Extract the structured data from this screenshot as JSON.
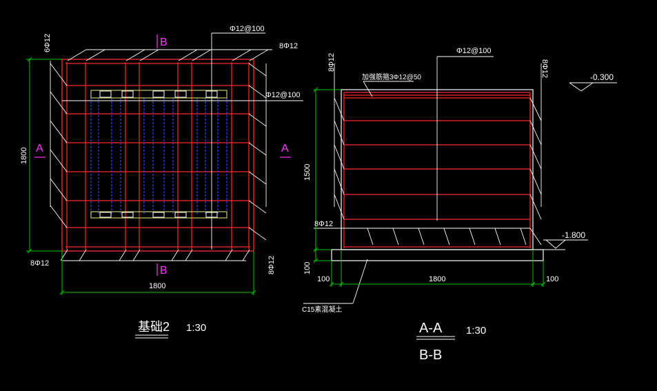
{
  "colors": {
    "background": "#000000",
    "rebar": "#ff2a2a",
    "stirrup_blue": "#3a3aff",
    "dimension": "#00c800",
    "text": "#ffffff",
    "section_marker": "#ff33ff",
    "outline": "#ffffff",
    "yellow_box": "#c8c864"
  },
  "plan": {
    "title": "基础2",
    "scale": "1:30",
    "section_mark_top": "B",
    "section_mark_bottom": "B",
    "section_mark_left": "A",
    "section_mark_right": "A",
    "label_top_left": "6Φ12",
    "label_top_rebar": "Φ12@100",
    "label_top_right": "8Φ12",
    "label_right_rebar": "Φ12@100",
    "label_bottom_left": "8Φ12",
    "label_bottom_right": "8Φ12",
    "dim_height": "1800",
    "dim_width": "1800"
  },
  "section": {
    "title_top": "A-A",
    "title_bottom": "B-B",
    "scale": "1:30",
    "label_top_rebar": "Φ12@100",
    "label_reinforcing": "加强筋箍3Φ12@50",
    "label_left_vert": "8Φ12",
    "label_right_vert": "8Φ12",
    "label_bottom_bar": "8Φ12",
    "elev_top": "-0.300",
    "elev_bottom": "-1.800",
    "dim_height": "1500",
    "dim_pad_height": "100",
    "dim_left": "100",
    "dim_width": "1800",
    "dim_right": "100",
    "label_concrete": "C15素混凝土"
  }
}
